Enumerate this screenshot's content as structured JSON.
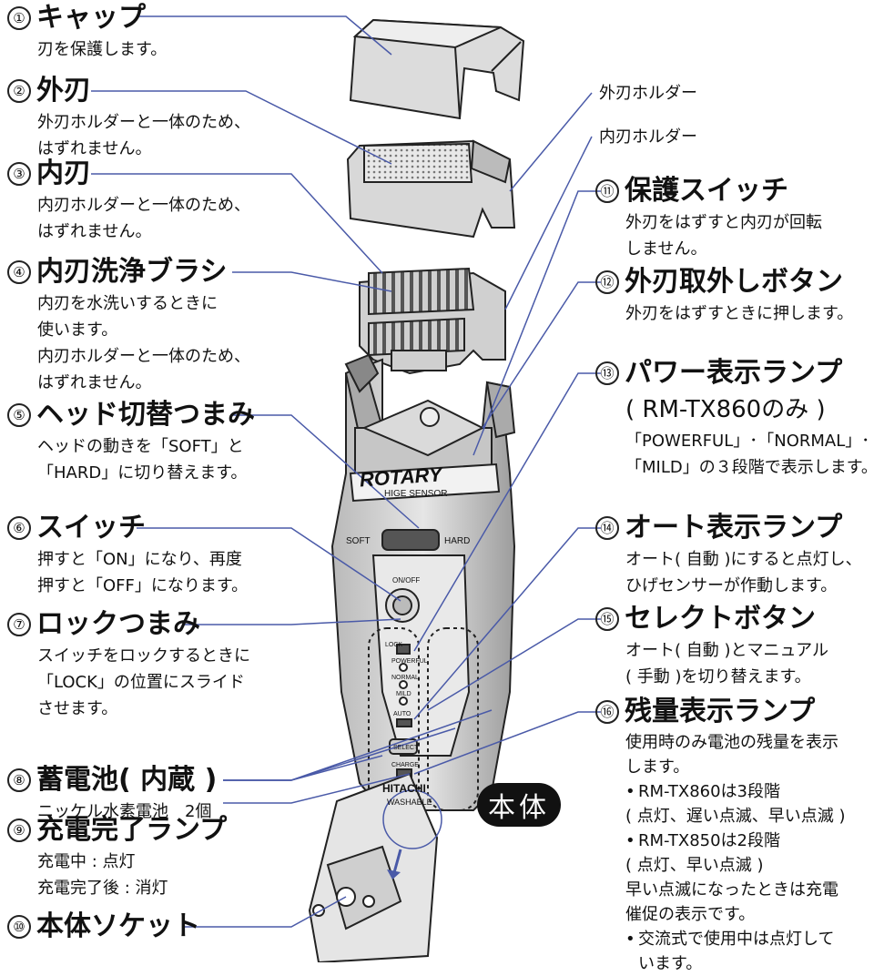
{
  "left_parts": [
    {
      "num": "①",
      "title": "キャップ",
      "desc": [
        "刃を保護します。"
      ]
    },
    {
      "num": "②",
      "title": "外刃",
      "desc": [
        "外刃ホルダーと一体のため、",
        "はずれません。"
      ]
    },
    {
      "num": "③",
      "title": "内刃",
      "desc": [
        "内刃ホルダーと一体のため、",
        "はずれません。"
      ]
    },
    {
      "num": "④",
      "title": "内刃洗浄ブラシ",
      "desc": [
        "内刃を水洗いするときに",
        "使います。",
        "内刃ホルダーと一体のため、",
        "はずれません。"
      ]
    },
    {
      "num": "⑤",
      "title": "ヘッド切替つまみ",
      "desc": [
        "ヘッドの動きを「SOFT」と",
        "「HARD」に切り替えます。"
      ]
    },
    {
      "num": "⑥",
      "title": "スイッチ",
      "desc": [
        "押すと「ON」になり、再度",
        "押すと「OFF」になります。"
      ]
    },
    {
      "num": "⑦",
      "title": "ロックつまみ",
      "desc": [
        "スイッチをロックするときに",
        "「LOCK」の位置にスライド",
        "させます。"
      ]
    },
    {
      "num": "⑧",
      "title": "蓄電池( 内蔵 )",
      "desc": [
        "ニッケル水素電池　2個"
      ]
    },
    {
      "num": "⑨",
      "title": "充電完了ランプ",
      "desc": [
        "充電中 : 点灯",
        "充電完了後 : 消灯"
      ]
    },
    {
      "num": "⑩",
      "title": "本体ソケット",
      "desc": []
    }
  ],
  "side_labels": {
    "outer_holder": "外刃ホルダー",
    "inner_holder": "内刃ホルダー"
  },
  "right_parts": [
    {
      "num": "⑪",
      "title": "保護スイッチ",
      "desc": [
        "外刃をはずすと内刃が回転",
        "しません。"
      ]
    },
    {
      "num": "⑫",
      "title": "外刃取外しボタン",
      "desc": [
        "外刃をはずすときに押します。"
      ]
    },
    {
      "num": "⑬",
      "title": "パワー表示ランプ",
      "subtitle": "( RM-TX860のみ )",
      "desc": [
        "「POWERFUL」･「NORMAL」･",
        "「MILD」の３段階で表示します。"
      ]
    },
    {
      "num": "⑭",
      "title": "オート表示ランプ",
      "desc": [
        "オート( 自動 )にすると点灯し、",
        "ひげセンサーが作動します。"
      ]
    },
    {
      "num": "⑮",
      "title": "セレクトボタン",
      "desc": [
        "オート( 自動 )とマニュアル",
        "( 手動 )を切り替えます。"
      ]
    },
    {
      "num": "⑯",
      "title": "残量表示ランプ",
      "desc": [
        "使用時のみ電池の残量を表示",
        "します。"
      ],
      "bullets": [
        {
          "text": "RM-TX860は3段階",
          "note": "( 点灯、遅い点滅、早い点滅 )"
        },
        {
          "text": "RM-TX850は2段階",
          "note": "( 点灯、早い点滅 )"
        }
      ],
      "after": [
        "早い点滅になったときは充電",
        "催促の表示です。"
      ],
      "final": [
        "交流式で使用中は点灯して",
        "います。"
      ]
    }
  ],
  "badge": "本体",
  "device_text": {
    "brand": "ROTARY",
    "sensor": "HIGE SENSOR",
    "soft": "SOFT",
    "hard": "HARD",
    "onoff": "ON/OFF",
    "lock": "LOCK",
    "powerful": "POWERFUL",
    "normal": "NORMAL",
    "mild": "MILD",
    "auto": "AUTO",
    "select": "SELECT",
    "charge": "CHARGE",
    "hitachi": "HITACHI",
    "washable": "WASHABLE"
  },
  "colors": {
    "leader": "#4a5aa8",
    "device_fill": "#d6d6d6",
    "device_stroke": "#222222"
  }
}
